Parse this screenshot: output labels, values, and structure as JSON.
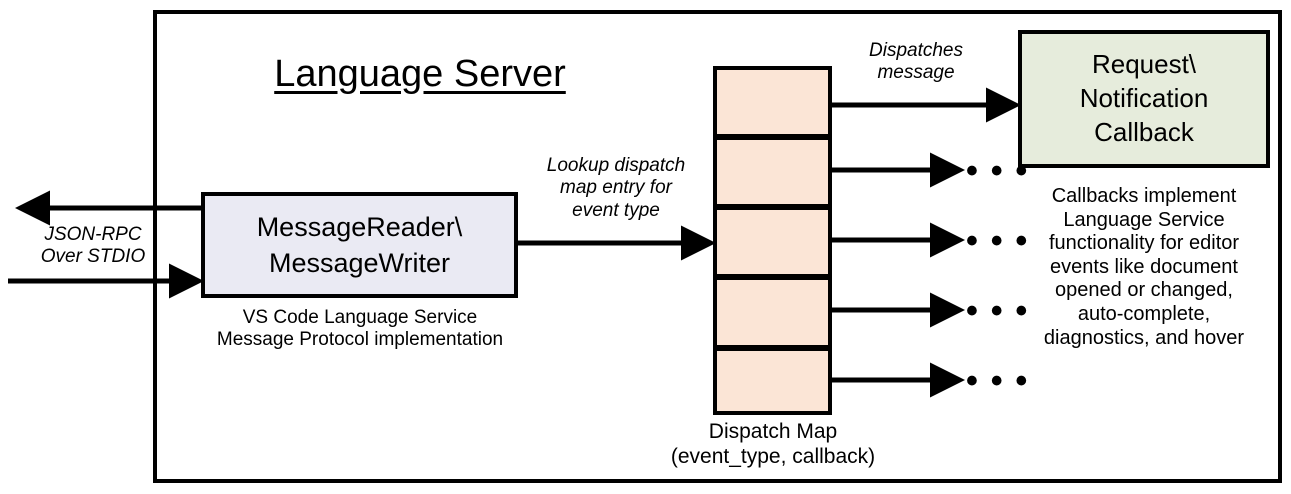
{
  "diagram": {
    "title": "Language Server",
    "frame_color": "#000000",
    "background": "#ffffff"
  },
  "message_component": {
    "label": "MessageReader\\\nMessageWriter",
    "caption": "VS Code Language Service\nMessage Protocol implementation",
    "fill": "#eaeaf3"
  },
  "io_channel": {
    "label": "JSON-RPC\nOver STDIO",
    "outbound_arrow": "arrow-left-icon",
    "inbound_arrow": "arrow-right-icon"
  },
  "lookup_edge": {
    "label": "Lookup dispatch\nmap entry for\nevent type"
  },
  "dispatch_map": {
    "caption": "Dispatch Map\n(event_type, callback)",
    "fill": "#fbe5d6",
    "row_count": 5,
    "rows": [
      {
        "dot": "entry-dot-icon",
        "target": "callback"
      },
      {
        "dot": "entry-dot-icon",
        "target": "ellipsis"
      },
      {
        "dot": "entry-dot-icon",
        "target": "ellipsis"
      },
      {
        "dot": "entry-dot-icon",
        "target": "ellipsis"
      },
      {
        "dot": "entry-dot-icon",
        "target": "ellipsis"
      }
    ],
    "ellipsis_glyph": "• • •"
  },
  "dispatch_edge": {
    "label": "Dispatches\nmessage"
  },
  "callback_component": {
    "label": "Request\\\nNotification\nCallback",
    "caption": "Callbacks implement\nLanguage Service\nfunctionality for editor\nevents like document\nopened or changed,\nauto-complete,\ndiagnostics, and hover",
    "fill": "#e6ecdc"
  }
}
